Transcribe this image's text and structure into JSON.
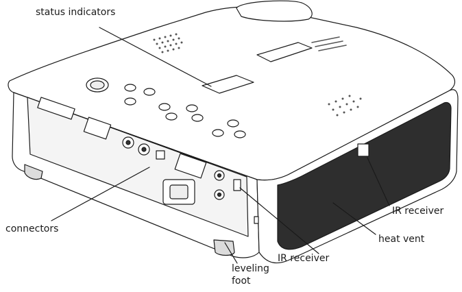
{
  "labels": {
    "status_indicators": "status indicators",
    "connectors": "connectors",
    "ir_receiver_side": "IR receiver",
    "heat_vent": "heat vent",
    "ir_receiver_front": "IR receiver",
    "leveling_foot_line1": "leveling",
    "leveling_foot_line2": "foot"
  },
  "colors": {
    "line": "#1a1a1a",
    "body_fill": "#ffffff",
    "shade": "#e9e9e9",
    "dark": "#333333"
  }
}
